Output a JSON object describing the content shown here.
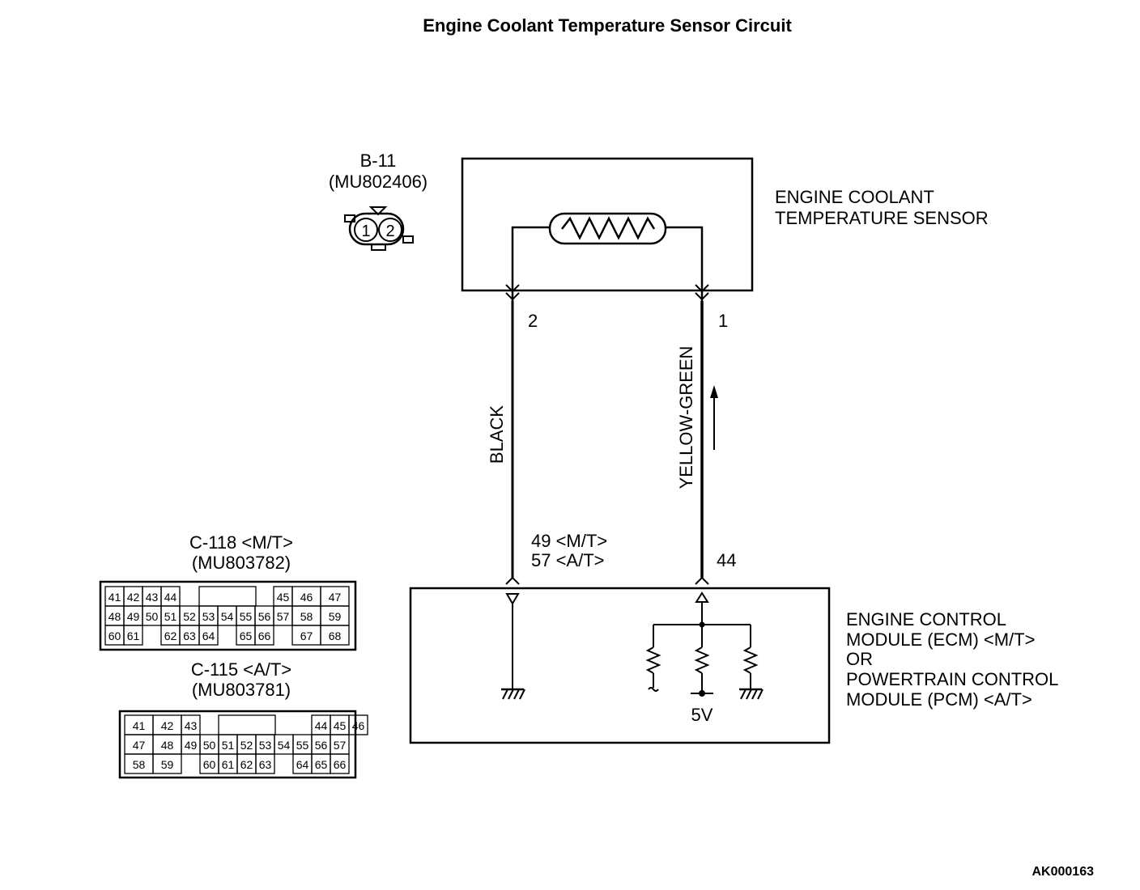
{
  "title": "Engine Coolant Temperature Sensor Circuit",
  "sensor_connector": {
    "id": "B-11",
    "part": "(MU802406)",
    "pin1": "1",
    "pin2": "2"
  },
  "sensor": {
    "line1": "ENGINE COOLANT",
    "line2": "TEMPERATURE SENSOR"
  },
  "wires": {
    "left": {
      "pin_top": "2",
      "color": "BLACK",
      "pin_bottom_1": "49 <M/T>",
      "pin_bottom_2": "57 <A/T>"
    },
    "right": {
      "pin_top": "1",
      "color": "YELLOW-GREEN",
      "pin_bottom": "44"
    }
  },
  "ecm": {
    "line1": "ENGINE CONTROL",
    "line2": "MODULE (ECM) <M/T>",
    "line3": "OR",
    "line4": "POWERTRAIN CONTROL",
    "line5": "MODULE (PCM) <A/T>",
    "supply": "5V"
  },
  "connector_c118": {
    "id": "C-118 <M/T>",
    "part": "(MU803782)",
    "rows": [
      [
        "41",
        "42",
        "43",
        "44",
        "",
        "",
        "",
        "",
        "",
        "45",
        "46",
        "47"
      ],
      [
        "48",
        "49",
        "50",
        "51",
        "52",
        "53",
        "54",
        "55",
        "56",
        "57",
        "58",
        "59"
      ],
      [
        "60",
        "61",
        "",
        "62",
        "63",
        "64",
        "",
        "65",
        "66",
        "",
        "67",
        "68"
      ]
    ]
  },
  "connector_c115": {
    "id": "C-115 <A/T>",
    "part": "(MU803781)",
    "rows": [
      [
        "41",
        "42",
        "43",
        "",
        "",
        "",
        "",
        "",
        "",
        "44",
        "45",
        "46"
      ],
      [
        "47",
        "48",
        "49",
        "50",
        "51",
        "52",
        "53",
        "54",
        "55",
        "56",
        "57"
      ],
      [
        "58",
        "59",
        "",
        "60",
        "61",
        "62",
        "63",
        "",
        "64",
        "65",
        "66"
      ]
    ]
  },
  "figure_code": "AK000163"
}
